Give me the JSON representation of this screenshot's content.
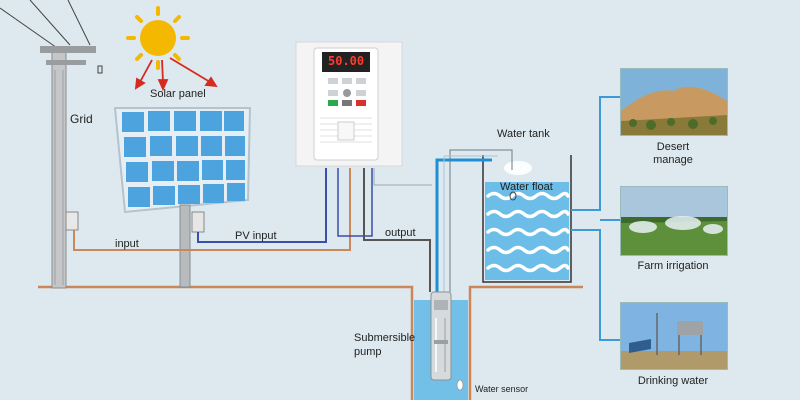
{
  "labels": {
    "grid": "Grid",
    "solar_panel": "Solar panel",
    "input": "input",
    "pv_input": "PV input",
    "output": "output",
    "water_tank": "Water tank",
    "water_float": "Water float",
    "submersible_pump_line1": "Submersible",
    "submersible_pump_line2": "pump",
    "water_sensor": "Water sensor",
    "desert_line1": "Desert",
    "desert_line2": "manage",
    "farm_irrigation": "Farm irrigation",
    "drinking_water": "Drinking water"
  },
  "inverter": {
    "display_value": "50.00"
  },
  "colors": {
    "background": "#dde9ee",
    "ground_line": "#c9875a",
    "pv_wire": "#3a4fa8",
    "output_wire": "#555555",
    "water_pipe": "#1e8fd6",
    "water": "#5fb8e6",
    "sun": "#f5b800",
    "panel_cell": "#4ca3de"
  }
}
